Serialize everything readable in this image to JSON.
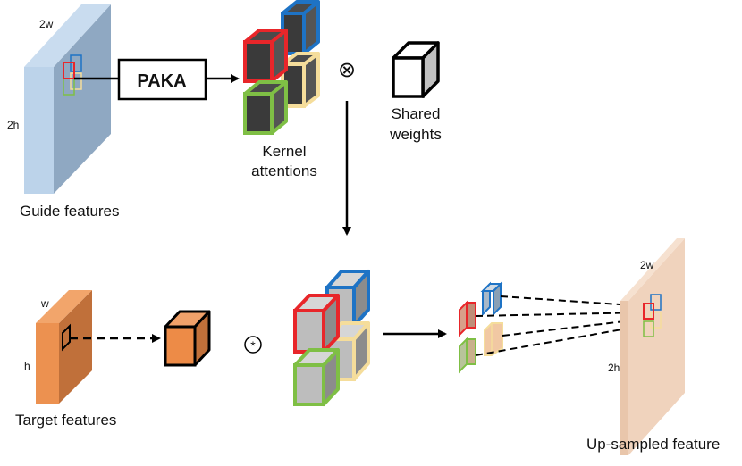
{
  "labels": {
    "guide_width": "2w",
    "guide_height": "2h",
    "guide_caption": "Guide features",
    "paka": "PAKA",
    "kernel_line1": "Kernel",
    "kernel_line2": "attentions",
    "shared_line1": "Shared",
    "shared_line2": "weights",
    "otimes": "⊗",
    "oast": "⊛",
    "target_width": "w",
    "target_height": "h",
    "target_caption": "Target features",
    "up_width": "2w",
    "up_height": "2h",
    "up_caption": "Up-sampled feature"
  },
  "colors": {
    "guide_front": "#bcd3ea",
    "guide_side": "#8fa8c2",
    "target_front": "#ec9150",
    "target_side": "#c0703a",
    "up_front": "#e9c6ab",
    "up_side": "#f4ddca",
    "red": "#e8262a",
    "blue": "#1e73c5",
    "yellow": "#f5dd9b",
    "green": "#7fbf45",
    "dark": "#3a3a3a",
    "gray": "#b9b9b9",
    "orange": "#ed8b47"
  }
}
